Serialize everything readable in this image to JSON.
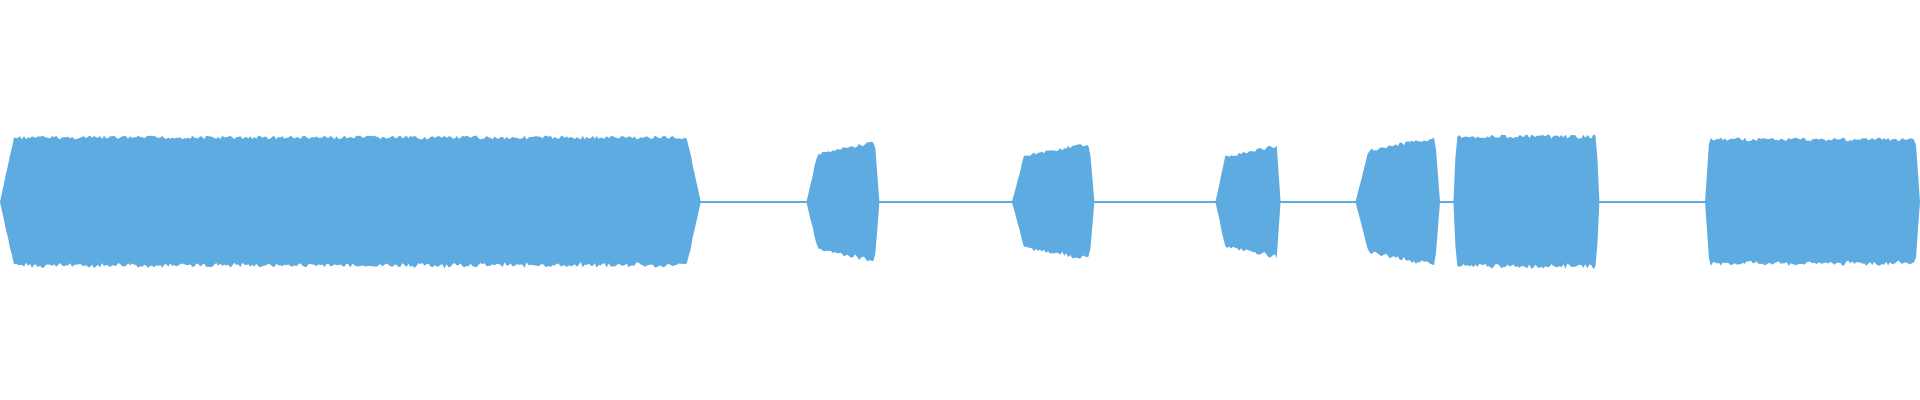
{
  "waveform": {
    "color": "#5dabe1",
    "background": "#ffffff",
    "duration_fraction_segments": [
      {
        "start": 0.0,
        "end": 0.365,
        "peak": 0.7,
        "shape": "sustain"
      },
      {
        "start": 0.42,
        "end": 0.458,
        "peak": 0.66,
        "shape": "swell"
      },
      {
        "start": 0.527,
        "end": 0.57,
        "peak": 0.64,
        "shape": "swell"
      },
      {
        "start": 0.633,
        "end": 0.667,
        "peak": 0.62,
        "shape": "swell"
      },
      {
        "start": 0.706,
        "end": 0.75,
        "peak": 0.71,
        "shape": "swell"
      },
      {
        "start": 0.757,
        "end": 0.833,
        "peak": 0.71,
        "shape": "sustain"
      },
      {
        "start": 0.888,
        "end": 1.0,
        "peak": 0.68,
        "shape": "sustain"
      }
    ]
  }
}
